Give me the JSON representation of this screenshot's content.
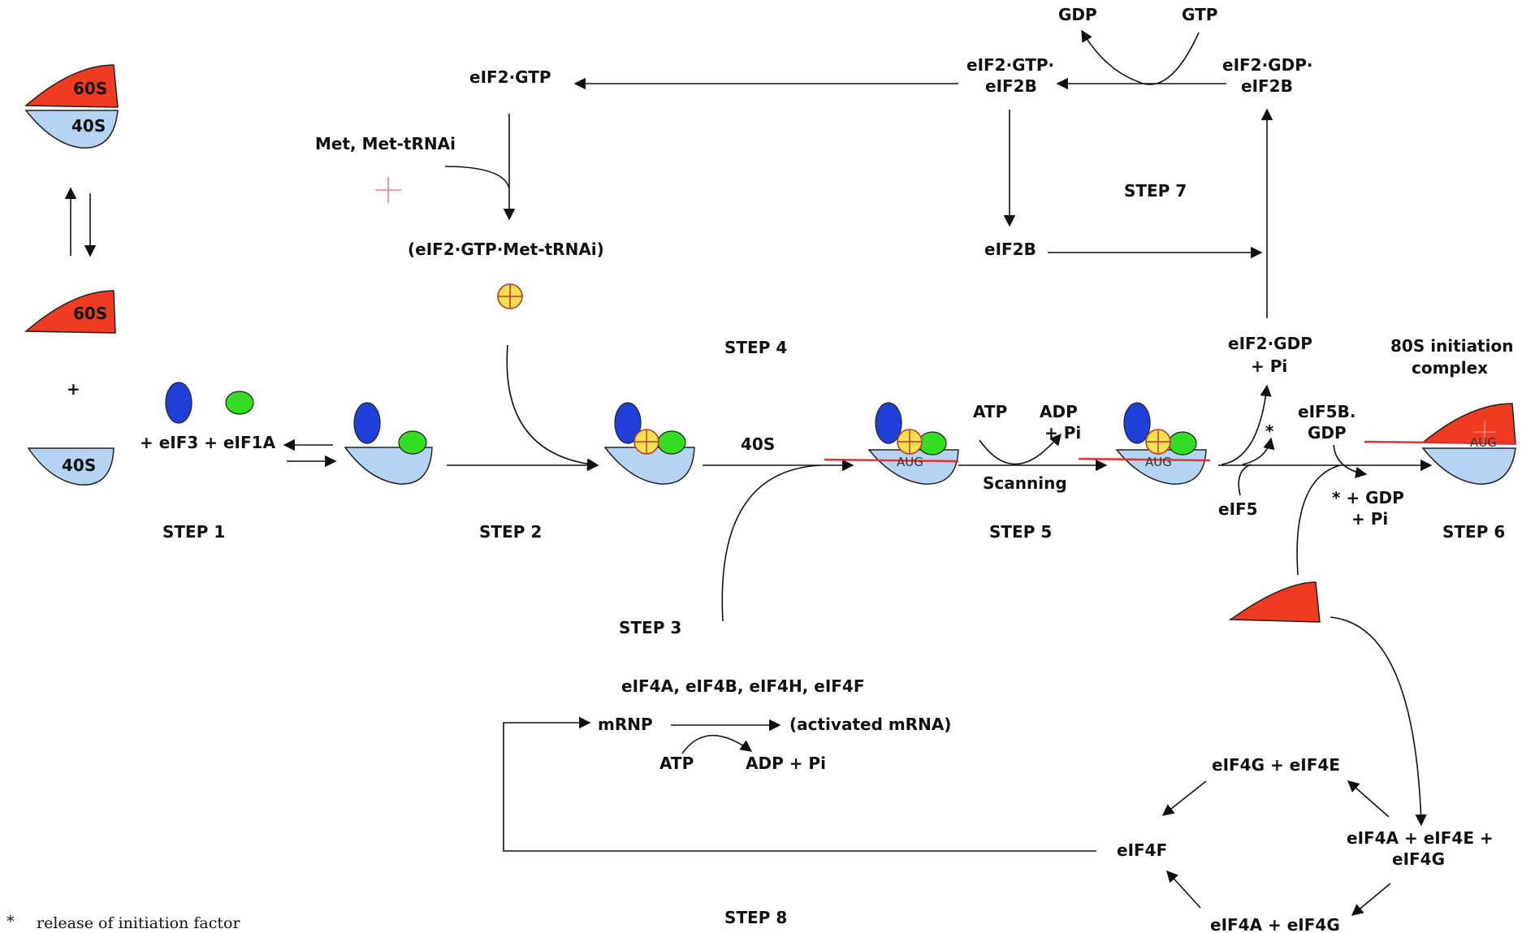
{
  "subunits": {
    "large": "60S",
    "small": "40S"
  },
  "symbols": {
    "plus": "+",
    "star": "*"
  },
  "labels": {
    "eif3_eif1a": "+ eIF3 + eIF1A",
    "eif2_gtp": "eIF2·GTP",
    "met": "Met, Met-tRNAi",
    "ternary": "(eIF2·GTP·Met-tRNAi)",
    "eif2_gtp_eif2b_1": "eIF2·GTP·",
    "eif2_gtp_eif2b_2": "eIF2B",
    "eif2_gdp_eif2b_1": "eIF2·GDP·",
    "eif2_gdp_eif2b_2": "eIF2B",
    "gdp": "GDP",
    "gtp": "GTP",
    "eif2b": "eIF2B",
    "s40": "40S",
    "atp": "ATP",
    "adp": "ADP",
    "pi": "+ Pi",
    "scanning": "Scanning",
    "aug": "AUG",
    "eif2_gdp": "eIF2·GDP",
    "eif2_gdp_pi": "+ Pi",
    "eif5": "eIF5",
    "eif5b_1": "eIF5B.",
    "eif5b_2": "GDP",
    "gdp_release": "* + GDP",
    "gdp_release_pi": "+ Pi",
    "complex_1": "80S initiation",
    "complex_2": "complex",
    "eif4_factors": "eIF4A, eIF4B, eIF4H, eIF4F",
    "mrnp": "mRNP",
    "activated": "(activated mRNA)",
    "atp2": "ATP",
    "adp_pi": "ADP + Pi",
    "eif4g_eif4e": "eIF4G + eIF4E",
    "eif4f": "eIF4F",
    "eif4aeg_1": "eIF4A + eIF4E +",
    "eif4aeg_2": "eIF4G",
    "eif4a_eif4g": "eIF4A + eIF4G",
    "footnote_star": "*",
    "footnote": "release of initiation factor"
  },
  "steps": {
    "s1": "STEP 1",
    "s2": "STEP 2",
    "s3": "STEP 3",
    "s4": "STEP 4",
    "s5": "STEP 5",
    "s6": "STEP 6",
    "s7": "STEP 7",
    "s8": "STEP 8"
  },
  "colors": {
    "large_subunit": "#ef3b22",
    "small_subunit": "#b5d3f2",
    "eif3": "#1f3fd8",
    "eif1a": "#33dd22",
    "tRNA": "#f5e050",
    "mrna": "#e63030"
  }
}
